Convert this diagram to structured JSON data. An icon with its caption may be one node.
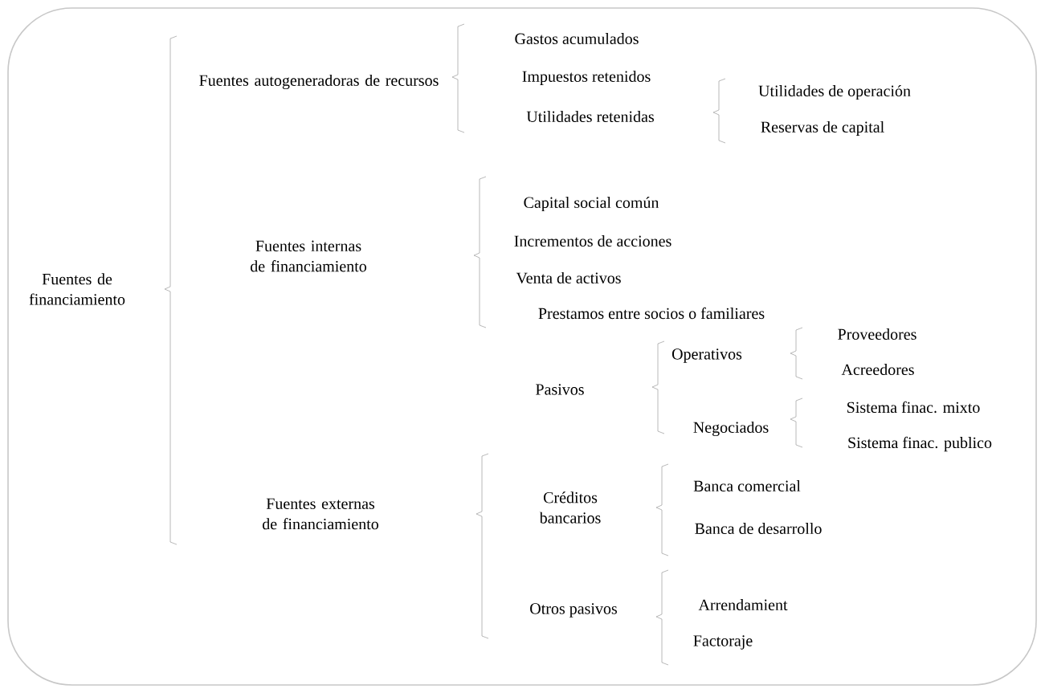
{
  "diagram": {
    "labels": [
      "Fuentes de financiamiento",
      "Fuentes autogeneradoras de recursos",
      "Gastos acumulados",
      "Impuestos retenidos",
      "Utilidades retenidas",
      "Utilidades de operación",
      "Reservas de capital",
      "Fuentes internas de financiamiento",
      "Capital social común",
      "Incrementos de acciones",
      "Venta de activos",
      "Prestamos entre socios o familiares",
      "Pasivos",
      "Operativos",
      "Proveedores",
      "Acreedores",
      "Negociados",
      "Sistema finac. mixto",
      "Sistema finac. publico",
      "Fuentes externas de financiamiento",
      "Créditos bancarios",
      "Banca comercial",
      "Banca de desarrollo",
      "Otros pasivos",
      "Arrendamient",
      "Factoraje"
    ]
  }
}
